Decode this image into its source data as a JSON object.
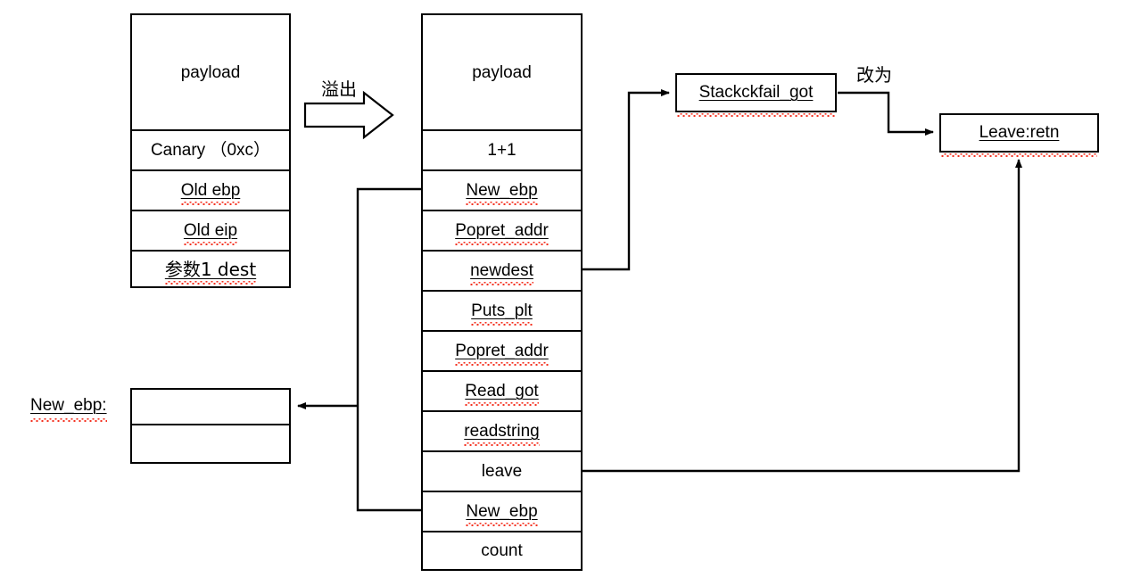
{
  "diagram": {
    "title": "Stack overflow payload / ROP chain diagram",
    "colors": {
      "stroke": "#000000",
      "background": "#ffffff",
      "spellcheck_underline": "#f4301f"
    },
    "original_stack": {
      "name": "original stack frame",
      "cells": [
        {
          "label": "payload",
          "misspelled": false
        },
        {
          "label": "Canary （0xc）",
          "misspelled": false
        },
        {
          "label": "Old ebp",
          "misspelled": true
        },
        {
          "label": "Old eip",
          "misspelled": true
        },
        {
          "label": "参数1 dest",
          "misspelled": true
        }
      ]
    },
    "overflow_arrow": {
      "label": "溢出",
      "icon": "block-arrow-right-icon"
    },
    "overflow_stack": {
      "name": "overflowed stack frame",
      "cells": [
        {
          "label": "payload",
          "misspelled": false
        },
        {
          "label": "1+1",
          "misspelled": false
        },
        {
          "label": "New_ebp",
          "misspelled": true
        },
        {
          "label": "Popret_addr",
          "misspelled": true
        },
        {
          "label": "newdest",
          "misspelled": true
        },
        {
          "label": "Puts_plt",
          "misspelled": true
        },
        {
          "label": "Popret_addr",
          "misspelled": true
        },
        {
          "label": "Read_got",
          "misspelled": true
        },
        {
          "label": "readstring",
          "misspelled": true
        },
        {
          "label": "leave",
          "misspelled": false
        },
        {
          "label": "New_ebp",
          "misspelled": true
        },
        {
          "label": "count",
          "misspelled": false
        }
      ]
    },
    "new_ebp_target": {
      "label": "New_ebp:",
      "misspelled": true,
      "cells": [
        "",
        ""
      ]
    },
    "got_box": {
      "label": "Stackckfail_got",
      "misspelled": true
    },
    "modify_label": {
      "label": "改为"
    },
    "leave_retn_box": {
      "label": "Leave:retn",
      "misspelled": true
    },
    "connectors": [
      {
        "name": "newdest-to-stackckfail-got",
        "from": "newdest",
        "to": "Stackckfail_got",
        "arrowhead": "right"
      },
      {
        "name": "stackckfail-got-to-leave-retn",
        "from": "Stackckfail_got",
        "to": "Leave:retn",
        "arrowhead": "right",
        "label": "改为"
      },
      {
        "name": "new-ebp-loop",
        "from": "New_ebp (top)",
        "to": "New_ebp (bottom)",
        "arrowhead": "none"
      },
      {
        "name": "new-ebp-to-target-box",
        "from": "New_ebp loop",
        "to": "New_ebp: box",
        "arrowhead": "left"
      },
      {
        "name": "leave-to-leave-retn",
        "from": "leave",
        "to": "Leave:retn",
        "arrowhead": "up"
      }
    ]
  }
}
